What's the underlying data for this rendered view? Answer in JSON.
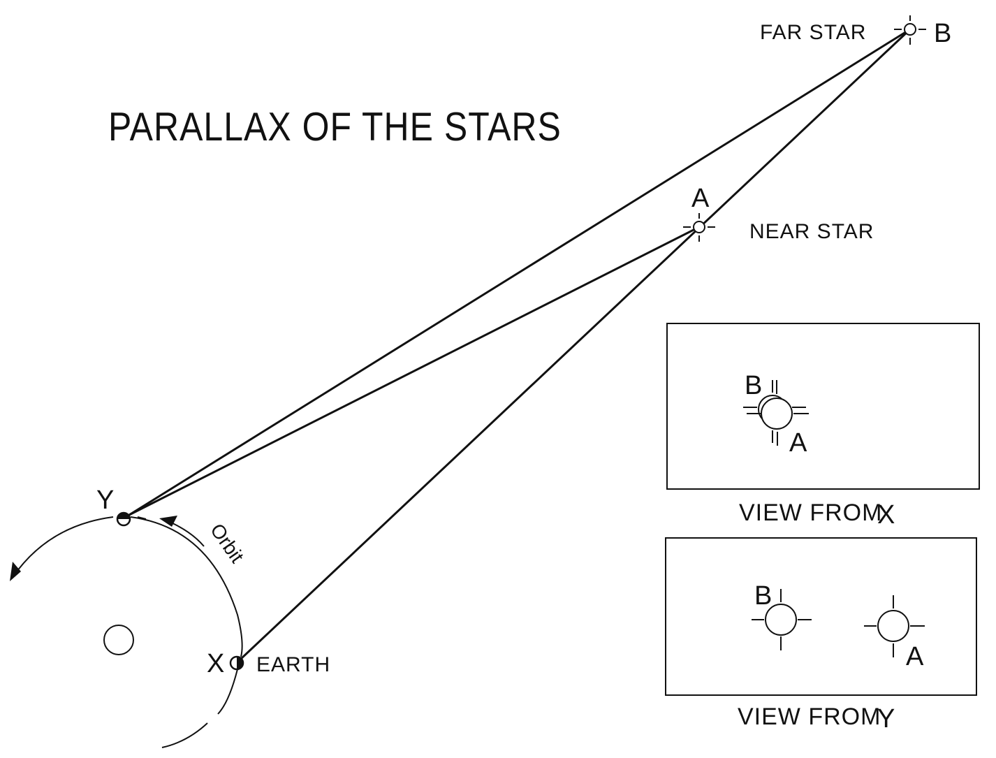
{
  "title": "PARALLAX OF THE STARS",
  "far_star": {
    "caption": "FAR STAR",
    "letter": "B"
  },
  "near_star": {
    "caption": "NEAR STAR",
    "letter": "A"
  },
  "earth": {
    "caption": "EARTH",
    "position_x": "X",
    "position_y": "Y"
  },
  "orbit_label": "Orbit",
  "view_x": {
    "caption_prefix": "VIEW FROM",
    "caption_letter": "X",
    "star_b": "B",
    "star_a": "A"
  },
  "view_y": {
    "caption_prefix": "VIEW FROM",
    "caption_letter": "Y",
    "star_b": "B",
    "star_a": "A"
  },
  "colors": {
    "ink": "#111111",
    "background": "#ffffff"
  }
}
